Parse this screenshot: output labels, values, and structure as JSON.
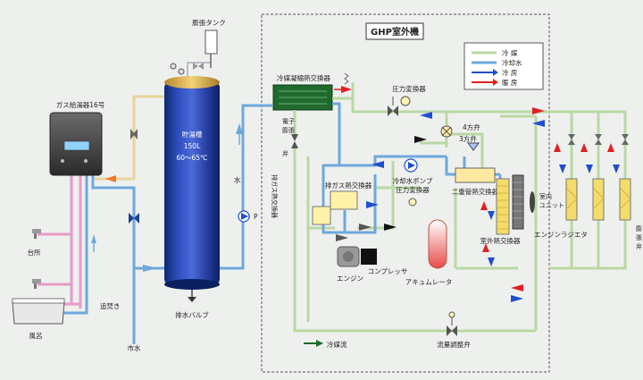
{
  "title": "GHP室外機",
  "legend": [
    {
      "label": "冷 媒",
      "color": "#b9d9a3"
    },
    {
      "label": "冷却水",
      "color": "#6fa8dc"
    },
    {
      "label": "冷 房",
      "color": "#1f4fcf"
    },
    {
      "label": "暖 房",
      "color": "#e02020"
    }
  ],
  "components": {
    "expansion_tank": "膨張タンク",
    "gas_heater": "ガス給湯器16号",
    "storage_tank": "貯湯槽",
    "storage_capacity": "150L",
    "storage_temp": "60～65℃",
    "refrigerant_condenser": "冷媒凝縮熱交換器",
    "pressure_converter": "圧力変換器",
    "solenoid_valve": "電子膨張弁",
    "four_way_valve": "4方弁",
    "three_way_valve": "3方弁",
    "exhaust_hx": "排ガス熱交換器",
    "coolant_pump": "冷却水ポンプ",
    "coolant_pressure": "圧力変換器",
    "double_pipe_hx": "二重管熱交換器",
    "indoor_unit": "室内ユニット",
    "engine_radiator": "エンジンラジエタ",
    "outdoor_hx": "室外熱交換器",
    "expansion_valve": "膨張弁",
    "gas_hx": "排ガス熱交換器",
    "engine": "エンジン",
    "compressor": "コンプレッサ",
    "accumulator": "アキュムレータ",
    "water": "水",
    "pump": "P",
    "drain_valve": "排水バルブ",
    "kitchen": "台所",
    "reheat": "追焚き",
    "bath": "風呂",
    "city_water": "市水",
    "refrigerant_flow": "冷媒流",
    "flow_valve": "流量調整弁"
  }
}
